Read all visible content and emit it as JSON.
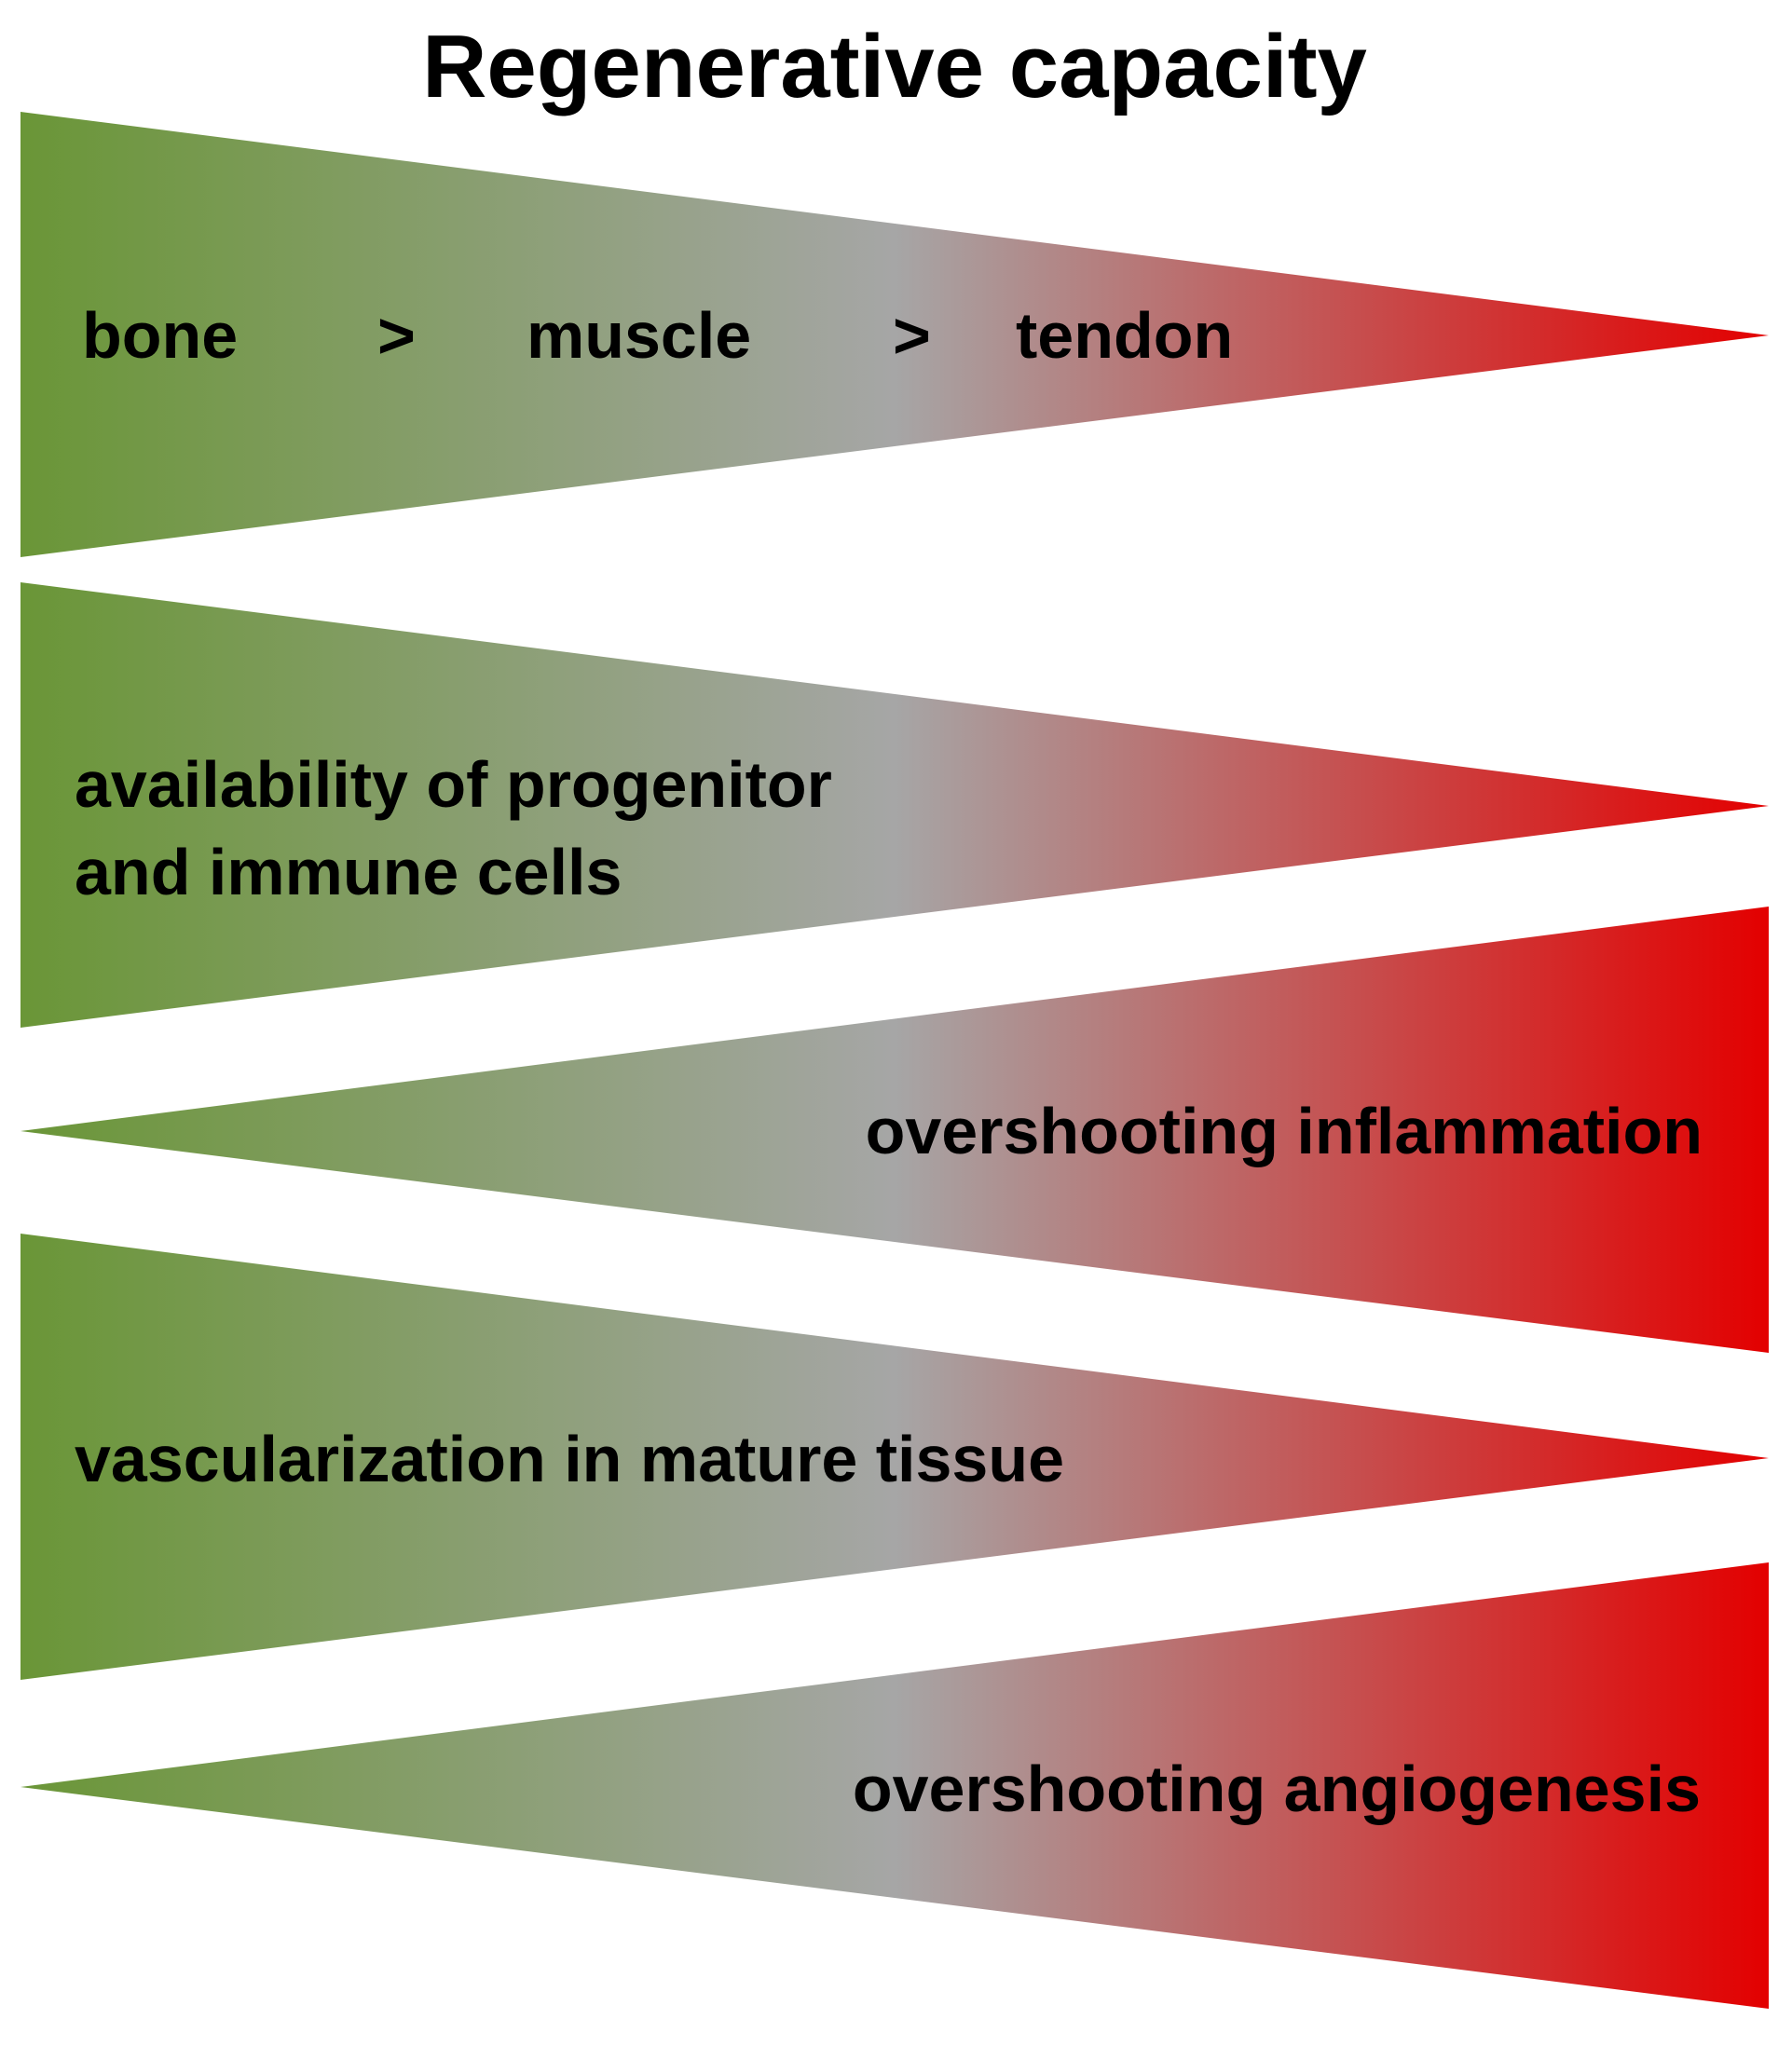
{
  "title": "Regenerative capacity",
  "colors": {
    "green": "#6a9637",
    "gray": "#a6a6a6",
    "red": "#e30000",
    "text": "#000000",
    "background": "#ffffff"
  },
  "wedges": [
    {
      "direction": "narrowing-right",
      "tissues": {
        "bone": "bone",
        "sep1": ">",
        "muscle": "muscle",
        "sep2": ">",
        "tendon": "tendon"
      }
    },
    {
      "direction": "narrowing-right",
      "line1": "availability of progenitor",
      "line2": "and immune cells"
    },
    {
      "direction": "narrowing-left",
      "label": "overshooting inflammation"
    },
    {
      "direction": "narrowing-right",
      "label": "vascularization in mature tissue"
    },
    {
      "direction": "narrowing-left",
      "label": "overshooting angiogenesis"
    }
  ]
}
